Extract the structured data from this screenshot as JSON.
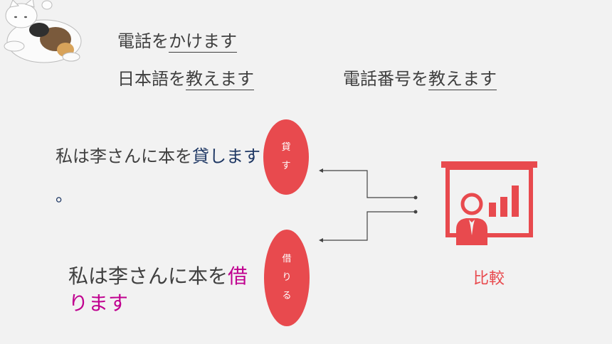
{
  "examples": {
    "ex1_pre": "電話を",
    "ex1_ul": "かけます",
    "ex2_pre": "日本語を",
    "ex2_ul": "教えます",
    "ex3_pre": "電話番号を",
    "ex3_ul": "教えます"
  },
  "sentence1": {
    "pre": "私は李さんに本を",
    "highlight": "貸します",
    "end": "。"
  },
  "sentence2": {
    "pre": "私は李さんに本を",
    "highlight": "借",
    "line2": "ります"
  },
  "ovals": {
    "kasu_1": "貸",
    "kasu_2": "す",
    "kariru_1": "借",
    "kariru_2": "り",
    "kariru_3": "る"
  },
  "compare_label": "比較",
  "icons": [
    "cat-illustration",
    "presentation-board-icon"
  ],
  "colors": {
    "accent_red": "#e84a4e",
    "navy": "#1f3864",
    "magenta": "#c0008f",
    "text": "#404040"
  }
}
